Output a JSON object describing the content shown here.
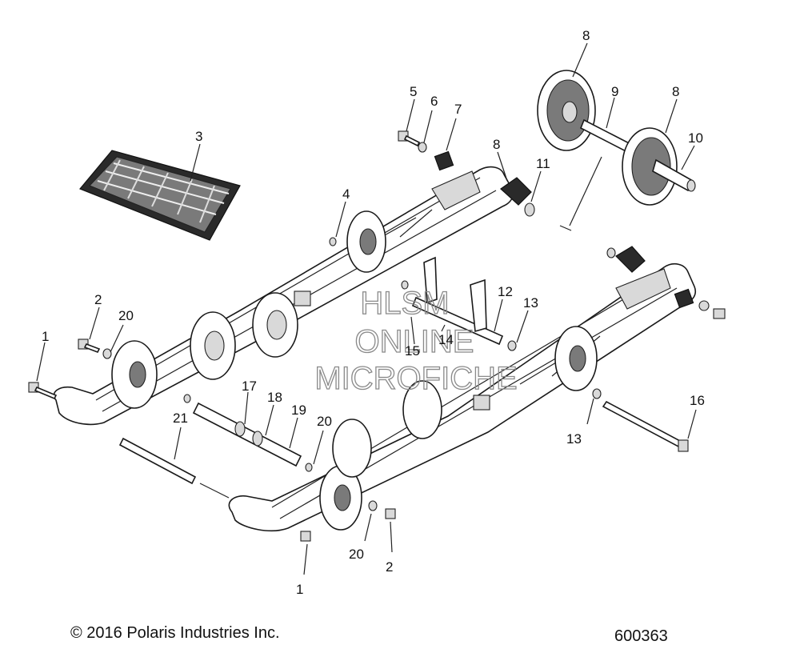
{
  "copyright": "© 2016 Polaris Industries Inc.",
  "drawing_number": "600363",
  "watermark": [
    "HLSM",
    "ONLINE",
    "MICROFICHE"
  ],
  "callouts": [
    {
      "id": "c1a",
      "text": "1"
    },
    {
      "id": "c1b",
      "text": "1"
    },
    {
      "id": "c2a",
      "text": "2"
    },
    {
      "id": "c2b",
      "text": "2"
    },
    {
      "id": "c3",
      "text": "3"
    },
    {
      "id": "c4",
      "text": "4"
    },
    {
      "id": "c5",
      "text": "5"
    },
    {
      "id": "c6",
      "text": "6"
    },
    {
      "id": "c7",
      "text": "7"
    },
    {
      "id": "c8a",
      "text": "8"
    },
    {
      "id": "c8b",
      "text": "8"
    },
    {
      "id": "c8c",
      "text": "8"
    },
    {
      "id": "c9",
      "text": "9"
    },
    {
      "id": "c10",
      "text": "10"
    },
    {
      "id": "c11",
      "text": "11"
    },
    {
      "id": "c12",
      "text": "12"
    },
    {
      "id": "c13a",
      "text": "13"
    },
    {
      "id": "c13b",
      "text": "13"
    },
    {
      "id": "c14",
      "text": "14"
    },
    {
      "id": "c15",
      "text": "15"
    },
    {
      "id": "c16",
      "text": "16"
    },
    {
      "id": "c17",
      "text": "17"
    },
    {
      "id": "c18",
      "text": "18"
    },
    {
      "id": "c19",
      "text": "19"
    },
    {
      "id": "c20a",
      "text": "20"
    },
    {
      "id": "c20b",
      "text": "20"
    },
    {
      "id": "c20c",
      "text": "20"
    },
    {
      "id": "c21",
      "text": "21"
    }
  ]
}
